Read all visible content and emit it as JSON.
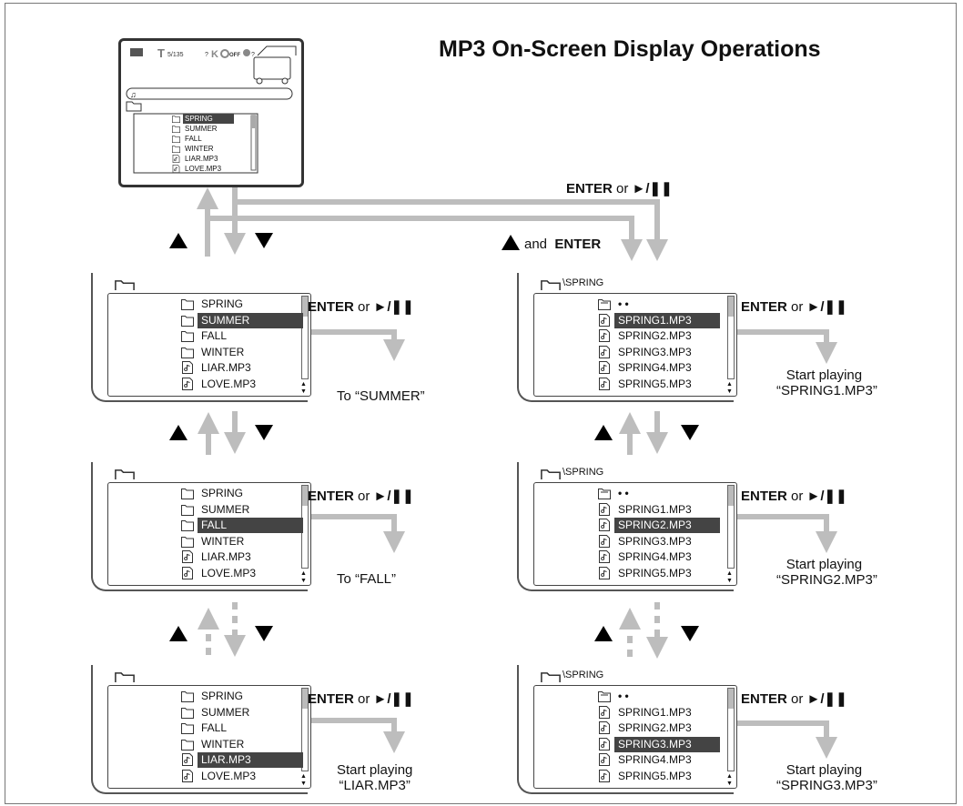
{
  "title": "MP3 On-Screen Display Operations",
  "mini_screen": {
    "status": [
      "5/135",
      "?",
      "K",
      "OFF",
      "?"
    ],
    "items": [
      {
        "name": "SPRING",
        "type": "folder",
        "selected": true
      },
      {
        "name": "SUMMER",
        "type": "folder",
        "selected": false
      },
      {
        "name": "FALL",
        "type": "folder",
        "selected": false
      },
      {
        "name": "WINTER",
        "type": "folder",
        "selected": false
      },
      {
        "name": "LIAR.MP3",
        "type": "file",
        "selected": false
      },
      {
        "name": "LOVE.MP3",
        "type": "file",
        "selected": false
      }
    ]
  },
  "labels": {
    "enter": "ENTER",
    "or": "or",
    "play_pause": "►/❚❚",
    "and": "and",
    "up_and_enter_and": "and",
    "up_and_enter_enter": "ENTER"
  },
  "left_screens": [
    {
      "items": [
        "SPRING",
        "SUMMER",
        "FALL",
        "WINTER",
        "LIAR.MP3",
        "LOVE.MP3"
      ],
      "types": [
        "folder",
        "folder",
        "folder",
        "folder",
        "file",
        "file"
      ],
      "selected": 1,
      "result": [
        "To “SUMMER”"
      ]
    },
    {
      "items": [
        "SPRING",
        "SUMMER",
        "FALL",
        "WINTER",
        "LIAR.MP3",
        "LOVE.MP3"
      ],
      "types": [
        "folder",
        "folder",
        "folder",
        "folder",
        "file",
        "file"
      ],
      "selected": 2,
      "result": [
        "To “FALL”"
      ]
    },
    {
      "items": [
        "SPRING",
        "SUMMER",
        "FALL",
        "WINTER",
        "LIAR.MP3",
        "LOVE.MP3"
      ],
      "types": [
        "folder",
        "folder",
        "folder",
        "folder",
        "file",
        "file"
      ],
      "selected": 4,
      "result": [
        "Start playing",
        "“LIAR.MP3”"
      ]
    }
  ],
  "right_screens": [
    {
      "path": "\\SPRING",
      "parent": "• •",
      "items": [
        "SPRING1.MP3",
        "SPRING2.MP3",
        "SPRING3.MP3",
        "SPRING4.MP3",
        "SPRING5.MP3"
      ],
      "selected": 0,
      "result": [
        "Start playing",
        "“SPRING1.MP3”"
      ]
    },
    {
      "path": "\\SPRING",
      "parent": "• •",
      "items": [
        "SPRING1.MP3",
        "SPRING2.MP3",
        "SPRING3.MP3",
        "SPRING4.MP3",
        "SPRING5.MP3"
      ],
      "selected": 1,
      "result": [
        "Start playing",
        "“SPRING2.MP3”"
      ]
    },
    {
      "path": "\\SPRING",
      "parent": "• •",
      "items": [
        "SPRING1.MP3",
        "SPRING2.MP3",
        "SPRING3.MP3",
        "SPRING4.MP3",
        "SPRING5.MP3"
      ],
      "selected": 2,
      "result": [
        "Start playing",
        "“SPRING3.MP3”"
      ]
    }
  ],
  "colors": {
    "arrow": "#bdbdbd",
    "selected_bg": "#444444"
  }
}
